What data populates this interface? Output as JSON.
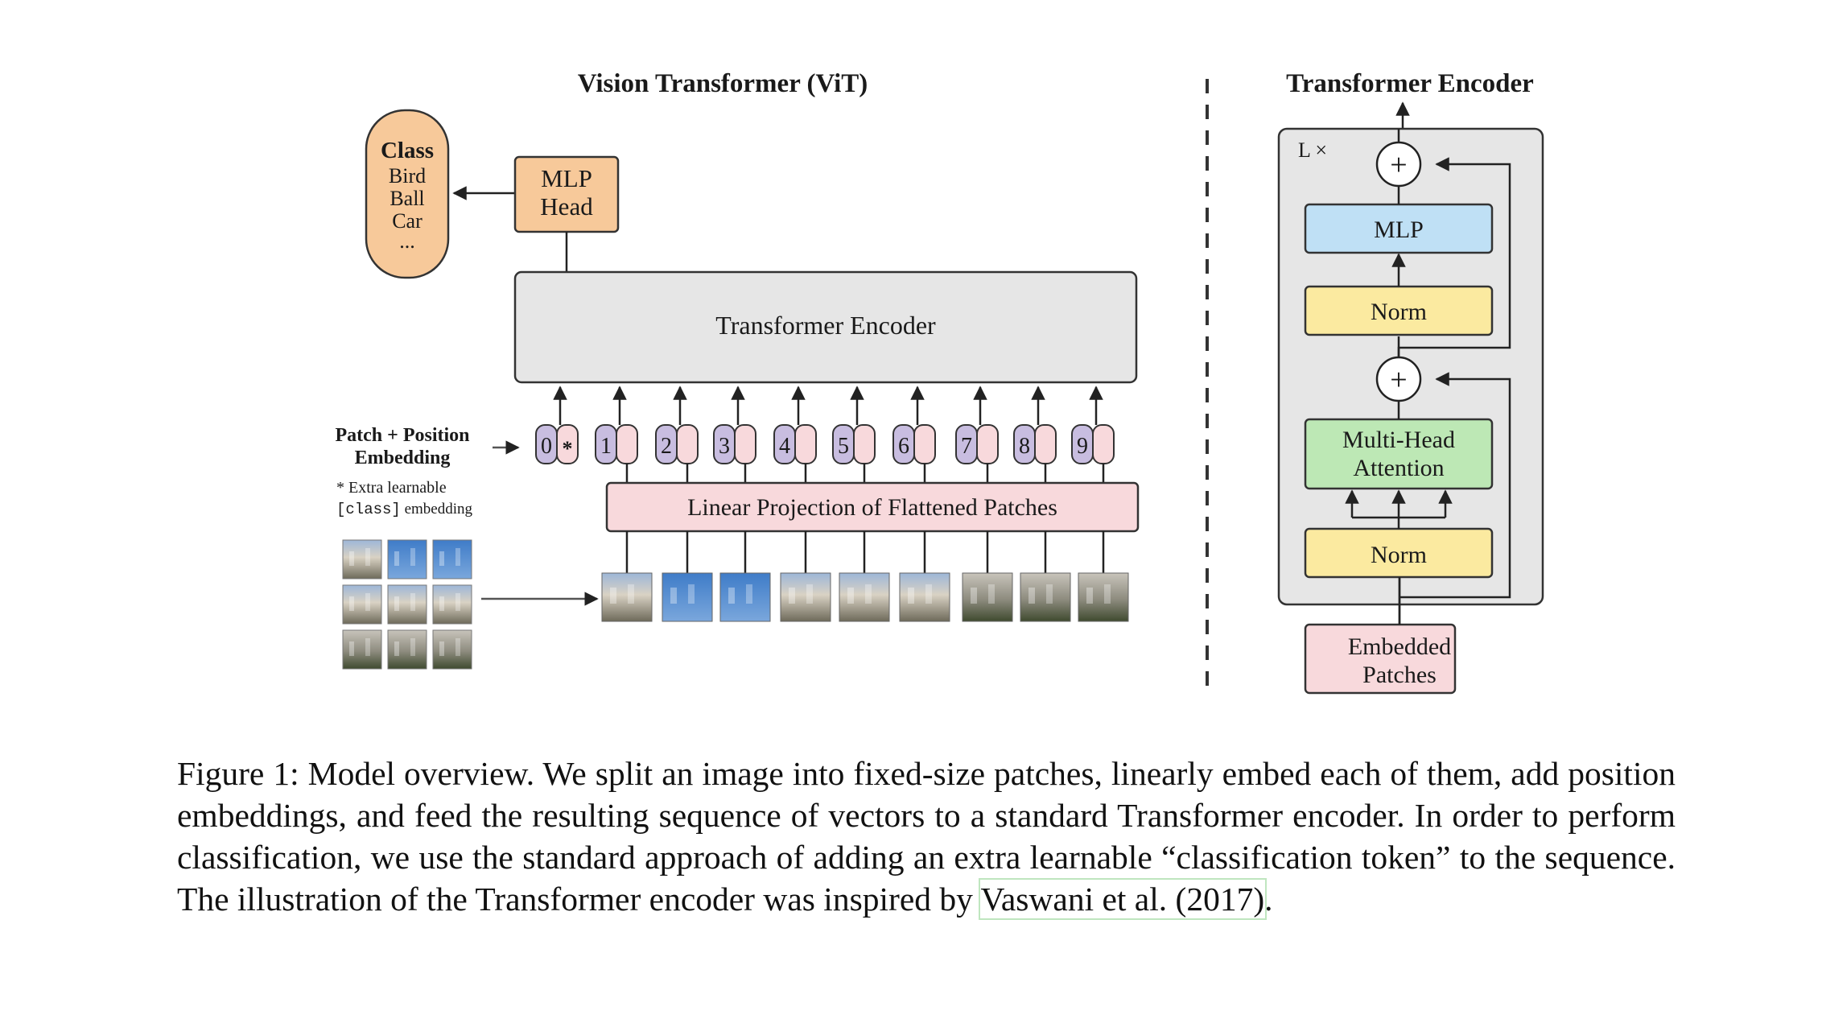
{
  "vit": {
    "title": "Vision Transformer (ViT)",
    "class_box": {
      "heading": "Class",
      "items": [
        "Bird",
        "Ball",
        "Car",
        "..."
      ]
    },
    "mlp_head": [
      "MLP",
      "Head"
    ],
    "encoder_label": "Transformer Encoder",
    "patch_position_label": [
      "Patch + Position",
      "Embedding"
    ],
    "extra_note_line1": "* Extra learnable",
    "extra_note_code": "[class]",
    "extra_note_rest": " embedding",
    "tokens": [
      "0",
      "1",
      "2",
      "3",
      "4",
      "5",
      "6",
      "7",
      "8",
      "9"
    ],
    "class_token_mark": "*",
    "linear_projection": "Linear Projection of Flattened Patches",
    "colors": {
      "class_fill": "#f7c99a",
      "mlp_head_fill": "#f7c99a",
      "encoder_fill": "#e6e6e6",
      "token_left_fill": "#c8bde0",
      "token_right_fill": "#f8d9dc",
      "projection_fill": "#f8d9dc"
    }
  },
  "encoder_detail": {
    "title": "Transformer Encoder",
    "repeat_label": "L ×",
    "mlp": "MLP",
    "norm_top": "Norm",
    "plus": "+",
    "attention": [
      "Multi-Head",
      "Attention"
    ],
    "norm_bottom": "Norm",
    "embedded_patches": [
      "Embedded",
      "Patches"
    ],
    "colors": {
      "mlp_fill": "#bfe0f5",
      "norm_fill": "#fbeaa0",
      "attention_fill": "#bde8b5",
      "embedded_fill": "#f8d9dc",
      "outer_fill": "#e6e6e6"
    }
  },
  "caption": {
    "text": "Figure 1: Model overview. We split an image into fixed-size patches, linearly embed each of them, add position embeddings, and feed the resulting sequence of vectors to a standard Transformer encoder. In order to perform classification, we use the standard approach of adding an extra learnable “classification token” to the sequence. The illustration of the Transformer encoder was inspired by ",
    "citation": "Vaswani et al. (2017)",
    "end": "."
  }
}
